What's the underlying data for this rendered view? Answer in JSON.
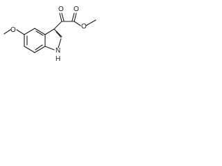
{
  "molecule": {
    "atoms": {
      "methoxy_o_left": "O",
      "carbonyl_o_ketone": "O",
      "carbonyl_o_ester": "O",
      "ester_o": "O",
      "ring_n": "N",
      "ring_nh": "H"
    }
  }
}
